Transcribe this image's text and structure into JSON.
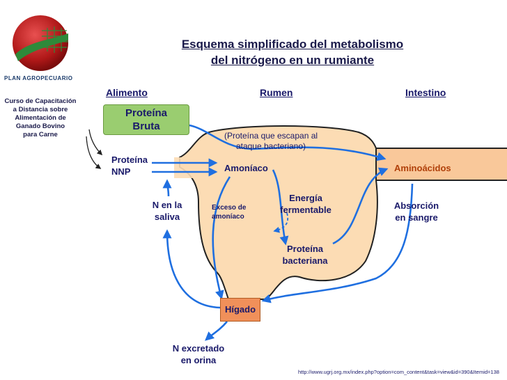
{
  "title": {
    "line1": "Esquema simplificado del metabolismo",
    "line2": "del nitrógeno en un rumiante"
  },
  "logo": {
    "text": "PLAN AGROPECUARIO"
  },
  "course": {
    "line1": "Curso  de Capacitación",
    "line2": "a Distancia sobre",
    "line3": "Alimentación de",
    "line4": "Ganado Bovino",
    "line5": "para Carne"
  },
  "headers": {
    "alimento": "Alimento",
    "rumen": "Rumen",
    "intestino": "Intestino"
  },
  "nodes": {
    "proteina_bruta": {
      "line1": "Proteína",
      "line2": "Bruta"
    },
    "proteina_nnp": {
      "line1": "Proteína",
      "line2": "NNP"
    },
    "amoniaco": "Amoníaco",
    "proteina_escape": {
      "line1": "(Proteína que escapan al",
      "line2": "ataque bacteriano)"
    },
    "aminoacidos": "Aminoácidos",
    "n_saliva": {
      "line1": "N en la",
      "line2": "saliva"
    },
    "exceso": {
      "line1": "Exceso de",
      "line2": "amoníaco"
    },
    "energia": {
      "line1": "Energía",
      "line2": "fermentable"
    },
    "absorcion": {
      "line1": "Absorción",
      "line2": "en  sangre"
    },
    "proteina_bacteriana": {
      "line1": "Proteína",
      "line2": "bacteriana"
    },
    "higado": "Hígado",
    "n_excretado": {
      "line1": "N excretado",
      "line2": "en orina"
    }
  },
  "source_url": "http://www.ugrj.org.mx/index.php?option=com_content&task=view&id=390&Itemid=138",
  "colors": {
    "rumen_fill": "#fcdcb4",
    "rumen_stroke": "#222222",
    "intestine_fill": "#f9c89a",
    "arrow_blue": "#1f6fe0",
    "proteina_box": "#9acd70",
    "higado_box": "#f0905a",
    "logo_red": "#b01818",
    "logo_green": "#2e8a3a"
  }
}
